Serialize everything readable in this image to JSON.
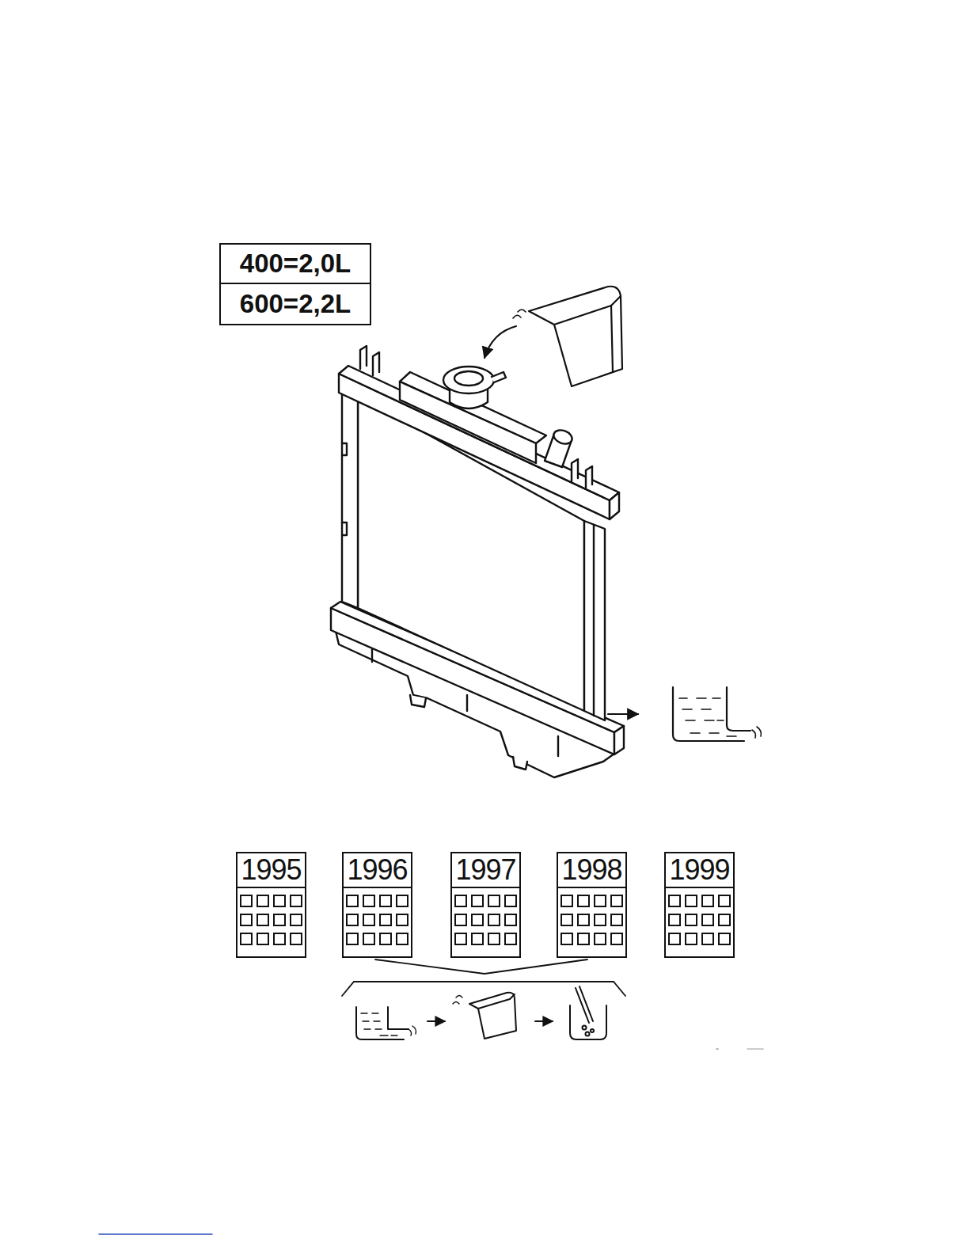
{
  "diagram": {
    "nodes": [
      {
        "text": [
          "400=2,0L"
        ]
      },
      {
        "text": [
          "600=2,2L"
        ]
      },
      {
        "text": [
          "1995"
        ]
      },
      {
        "text": [
          "1996"
        ]
      },
      {
        "text": [
          "1997"
        ]
      },
      {
        "text": [
          "1998"
        ]
      },
      {
        "text": [
          "1999"
        ]
      }
    ]
  }
}
